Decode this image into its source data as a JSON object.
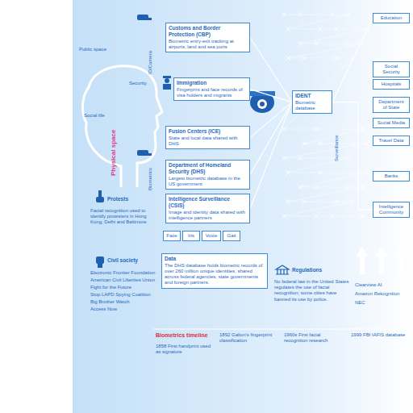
{
  "diagram": {
    "nodes": [
      {
        "text": [
          "Customs and Border Protection (CBP)",
          "Biometric entry-exit tracking at airports, land and sea ports"
        ]
      },
      {
        "text": [
          "Immigration",
          "Fingerprint and face records of visa holders and migrants"
        ]
      },
      {
        "text": [
          "Fusion Centers (ICE)",
          "State and local data shared with DHS"
        ]
      },
      {
        "text": [
          "Department of Homeland Security (DHS)",
          "Largest biometric database in the US government"
        ]
      },
      {
        "text": [
          "Intelligence Surveillance (CSIS)",
          "Image and identity data shared with intelligence partners"
        ]
      },
      {
        "text": [
          "IDENT",
          "Biometric database"
        ]
      },
      {
        "text": [
          "Education"
        ]
      },
      {
        "text": [
          "Social Security"
        ]
      },
      {
        "text": [
          "Hospitals"
        ]
      },
      {
        "text": [
          "Department of State"
        ]
      },
      {
        "text": [
          "Social Media"
        ]
      },
      {
        "text": [
          "Travel Data"
        ]
      },
      {
        "text": [
          "Banks"
        ]
      },
      {
        "text": [
          "Intelligence Community"
        ]
      },
      {
        "text": [
          "Data",
          "The DHS database holds biometric records of over 260 million unique identities, shared across federal agencies, state governments and foreign partners."
        ]
      },
      {
        "text": [
          "Face"
        ]
      },
      {
        "text": [
          "Iris"
        ]
      },
      {
        "text": [
          "Voice"
        ]
      },
      {
        "text": [
          "Gait"
        ]
      }
    ],
    "edges": [
      {
        "from": 0,
        "to": 5,
        "arrow": "none"
      },
      {
        "from": 1,
        "to": 5,
        "arrow": "none"
      },
      {
        "from": 2,
        "to": 5,
        "arrow": "none"
      },
      {
        "from": 3,
        "to": 5,
        "arrow": "none"
      },
      {
        "from": 4,
        "to": 5,
        "arrow": "none"
      },
      {
        "from": 5,
        "to": 6,
        "arrow": "none"
      },
      {
        "from": 5,
        "to": 13,
        "arrow": "none"
      }
    ],
    "labels": [
      "Public space",
      "Security",
      "Social life",
      "Physical space",
      "ID/Camera",
      "Biometrics",
      "Surveillance",
      "Protests",
      "Facial recognition used to identify protesters in Hong Kong, Delhi and Baltimore",
      "Civil society",
      "Electronic Frontier Foundation",
      "American Civil Liberties Union",
      "Fight for the Future",
      "Stop LAPD Spying Coalition",
      "Big Brother Watch",
      "Access Now",
      "Regulations",
      "No federal law in the United States regulates the use of facial recognition; some cities have banned its use by police.",
      "Biometrics timeline",
      "1858 First handprint used as signature",
      "1892 Galton's fingerprint classification",
      "1960s First facial recognition research",
      "1999 FBI IAFIS database",
      "Clearview AI",
      "Amazon Rekognition",
      "NEC"
    ]
  }
}
